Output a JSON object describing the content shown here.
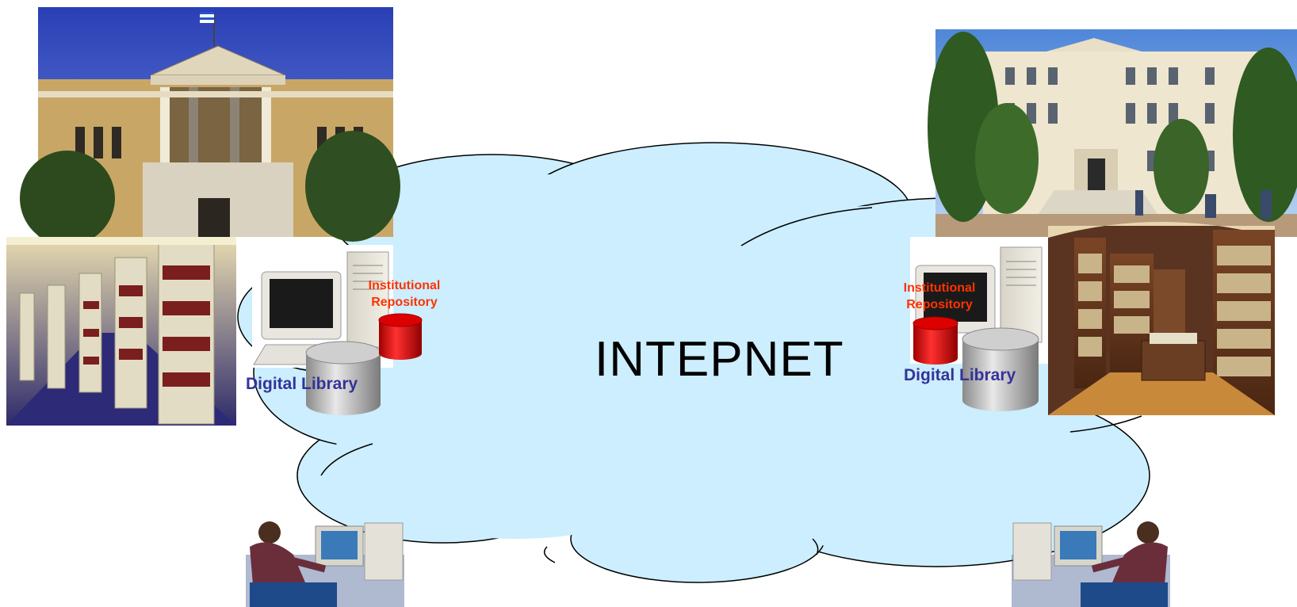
{
  "network": {
    "label": "INTEPNET"
  },
  "left_site": {
    "repository_label_line1": "Institutional",
    "repository_label_line2": "Repository",
    "library_label": "Digital Library"
  },
  "right_site": {
    "repository_label_line1": "Institutional",
    "repository_label_line2": "Repository",
    "library_label": "Digital Library"
  },
  "colors": {
    "cloud_fill": "#cceeff",
    "repository_red": "#dd0000",
    "library_label_blue": "#333399",
    "repository_label_red": "#ff3300"
  }
}
